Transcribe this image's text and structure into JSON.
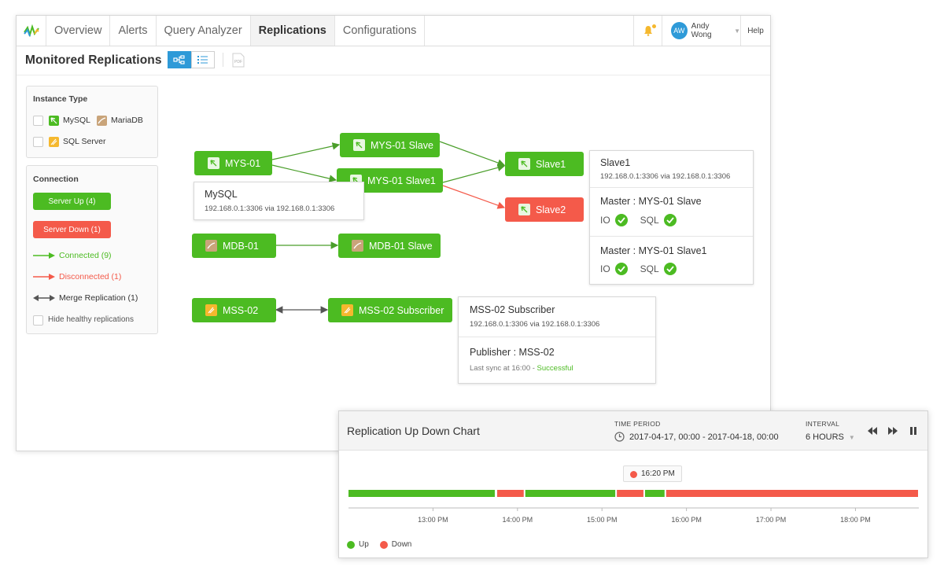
{
  "nav": {
    "tabs": [
      "Overview",
      "Alerts",
      "Query Analyzer",
      "Replications",
      "Configurations"
    ],
    "active_tab": "Replications",
    "user_initials": "AW",
    "user_name": "Andy Wong",
    "help": "Help"
  },
  "page": {
    "title": "Monitored Replications",
    "pdf_label": "PDF"
  },
  "filters": {
    "instance_type_title": "Instance Type",
    "types": [
      "MySQL",
      "MariaDB",
      "SQL Server"
    ],
    "connection_title": "Connection",
    "server_up": "Server Up (4)",
    "server_down": "Server Down (1)",
    "connected": "Connected (9)",
    "disconnected": "Disconnected (1)",
    "merge": "Merge Replication (1)",
    "hide_healthy": "Hide healthy replications"
  },
  "nodes": {
    "mys01": "MYS-01",
    "mys01_slave": "MYS-01 Slave",
    "mys01_slave1": "MYS-01 Slave1",
    "slave1": "Slave1",
    "slave2": "Slave2",
    "mdb01": "MDB-01",
    "mdb01_slave": "MDB-01 Slave",
    "mss02": "MSS-02",
    "mss02_sub": "MSS-02 Subscriber"
  },
  "tooltip_mysql": {
    "title": "MySQL",
    "address": "192.168.0.1:3306 via 192.168.0.1:3306"
  },
  "slave1_card": {
    "title": "Slave1",
    "address": "192.168.0.1:3306 via 192.168.0.1:3306",
    "master1": "Master : MYS-01 Slave",
    "master2": "Master : MYS-01 Slave1",
    "io": "IO",
    "sql": "SQL"
  },
  "mss_card": {
    "title": "MSS-02 Subscriber",
    "address": "192.168.0.1:3306 via 192.168.0.1:3306",
    "publisher": "Publisher : MSS-02",
    "sync_prefix": "Last sync at 16:00 - ",
    "sync_status": "Successful"
  },
  "chart": {
    "title": "Replication Up Down Chart",
    "time_period_label": "TIME PERIOD",
    "time_period": "2017-04-17, 00:00 - 2017-04-18, 00:00",
    "interval_label": "INTERVAL",
    "interval": "6 HOURS",
    "marker": "16:20 PM",
    "legend_up": "Up",
    "legend_down": "Down",
    "colors": {
      "up": "#4cbb22",
      "down": "#f45a4a"
    }
  },
  "chart_data": {
    "type": "timeline",
    "title": "Replication Up Down Chart",
    "ticks": [
      "13:00 PM",
      "14:00 PM",
      "15:00 PM",
      "16:00 PM",
      "17:00 PM",
      "18:00 PM"
    ],
    "segments": [
      {
        "state": "up",
        "start": "12:00",
        "end": "13:45"
      },
      {
        "state": "down",
        "start": "13:45",
        "end": "14:05"
      },
      {
        "state": "up",
        "start": "14:05",
        "end": "15:10"
      },
      {
        "state": "down",
        "start": "15:10",
        "end": "15:30"
      },
      {
        "state": "up",
        "start": "15:30",
        "end": "15:45"
      },
      {
        "state": "down",
        "start": "15:45",
        "end": "18:45"
      }
    ]
  }
}
